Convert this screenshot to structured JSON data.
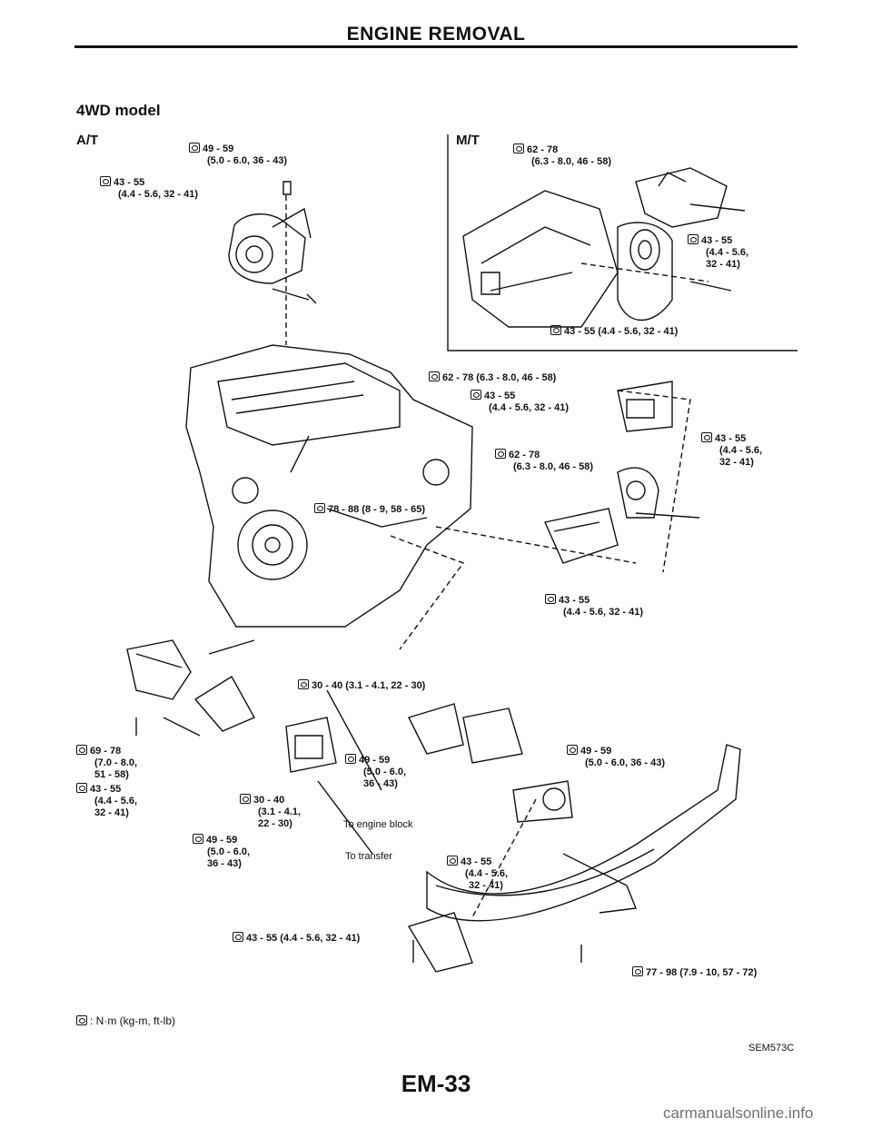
{
  "header": {
    "title": "ENGINE REMOVAL"
  },
  "model": "4WD model",
  "sections": {
    "at": "A/T",
    "mt": "M/T"
  },
  "labels": {
    "at_top_l1": "49 - 59",
    "at_top_l2": "(5.0 - 6.0, 36 - 43)",
    "at_left_l1": "43 - 55",
    "at_left_l2": "(4.4 - 5.6, 32 - 41)",
    "mt_top_l1": "62 - 78",
    "mt_top_l2": "(6.3 - 8.0, 46 - 58)",
    "mt_right_l1": "43 - 55",
    "mt_right_l2": "(4.4 - 5.6,",
    "mt_right_l3": "32 - 41)",
    "mt_bottom": "43 - 55 (4.4 - 5.6, 32 - 41)",
    "mid_a": "62 - 78 (6.3 - 8.0, 46 - 58)",
    "mid_b_l1": "43 - 55",
    "mid_b_l2": "(4.4 - 5.6, 32 - 41)",
    "mid_c_l1": "43 - 55",
    "mid_c_l2": "(4.4 - 5.6,",
    "mid_c_l3": "32 - 41)",
    "mid_d_l1": "62 - 78",
    "mid_d_l2": "(6.3 - 8.0, 46 - 58)",
    "engine_bolt": "78 - 88 (8 - 9, 58 - 65)",
    "mid_e_l1": "43 - 55",
    "mid_e_l2": "(4.4 - 5.6, 32 - 41)",
    "low_a": "30 - 40 (3.1 - 4.1, 22 - 30)",
    "left_a_l1": "69 - 78",
    "left_a_l2": "(7.0 - 8.0,",
    "left_a_l3": "51 - 58)",
    "left_b_l1": "43 - 55",
    "left_b_l2": "(4.4 - 5.6,",
    "left_b_l3": "32 - 41)",
    "low_b_l1": "49 - 59",
    "low_b_l2": "(5.0 - 6.0,",
    "low_b_l3": "36 - 43)",
    "low_c_l1": "30 - 40",
    "low_c_l2": "(3.1 - 4.1,",
    "low_c_l3": "22 - 30)",
    "low_d_l1": "49 - 59",
    "low_d_l2": "(5.0 - 6.0,",
    "low_d_l3": "36 - 43)",
    "low_e_l1": "49 - 59",
    "low_e_l2": "(5.0 - 6.0, 36 - 43)",
    "to_engine": "To engine block",
    "to_transfer": "To transfer",
    "low_f_l1": "43 - 55",
    "low_f_l2": "(4.4 - 5.6,",
    "low_f_l3": "32 - 41)",
    "low_g": "43 - 55 (4.4 - 5.6, 32 - 41)",
    "low_h": "77 - 98 (7.9 - 10, 57 - 72)"
  },
  "legend": {
    "text": ": N·m (kg-m, ft-lb)"
  },
  "figure_code": "SEM573C",
  "page_number": "EM-33",
  "watermark": "carmanualsonline.info"
}
